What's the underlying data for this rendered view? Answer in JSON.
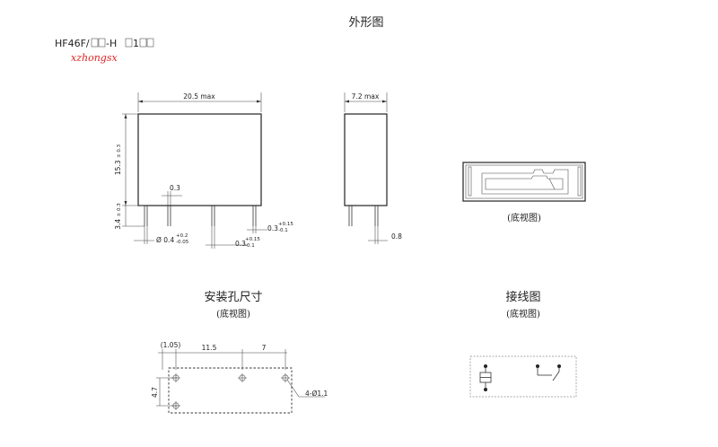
{
  "titles": {
    "outline": "外形图",
    "mounting": "安装孔尺寸",
    "wiring": "接线图",
    "bottom_view": "(底视图)"
  },
  "model": {
    "prefix": "HF46F/",
    "mid": "-H",
    "one": "1",
    "watermark": "xzhongsx"
  },
  "dimensions": {
    "length": "20.5 max",
    "width": "7.2 max",
    "height": "15.3",
    "height_tol": "± 0.3",
    "pin_length": "3.4",
    "pin_length_tol": "± 0.3",
    "pin_gap": "0.3",
    "pin_dia": "Ø 0.4",
    "pin_dia_tol_plus": "+0.2",
    "pin_dia_tol_minus": "-0.05",
    "pin_thk_a": "0.3",
    "pin_thk_a_plus": "+0.15",
    "pin_thk_a_minus": "-0.1",
    "pin_thk_b": "0.3",
    "pin_thk_b_plus": "+0.15",
    "pin_thk_b_minus": "-0.1",
    "pin_width": "0.8"
  },
  "mounting": {
    "offset": "(1.05)",
    "pitch_a": "11.5",
    "pitch_b": "7",
    "row_gap": "4.7",
    "holes": "4-Ø1.1"
  }
}
